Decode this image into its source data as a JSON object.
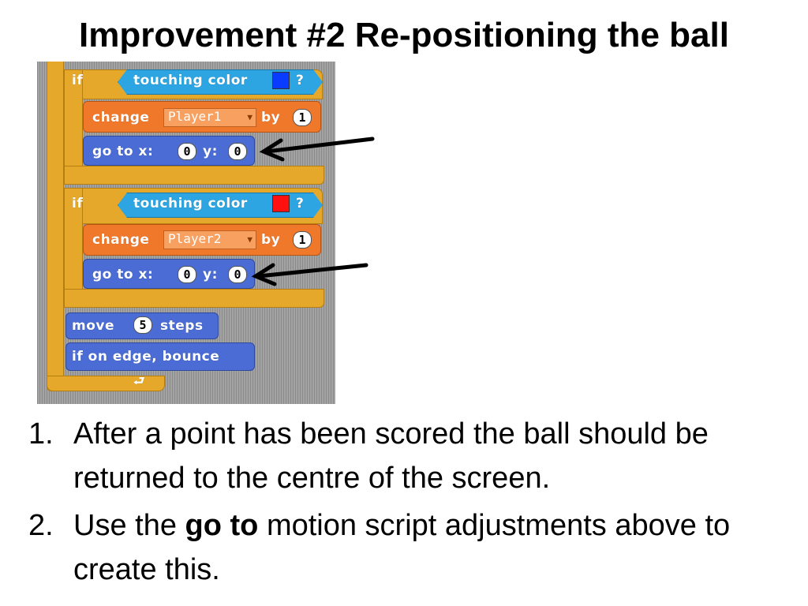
{
  "title": "Improvement #2 Re-positioning the ball",
  "script": {
    "if1": {
      "label": "if",
      "condition": "touching color",
      "color": "#0a3cff",
      "q": "?"
    },
    "change1": {
      "label": "change",
      "variable": "Player1",
      "by": "by",
      "value": "1"
    },
    "goto1": {
      "label": "go to x:",
      "x": "0",
      "ylabel": "y:",
      "y": "0"
    },
    "if2": {
      "label": "if",
      "condition": "touching color",
      "color": "#ff1010",
      "q": "?"
    },
    "change2": {
      "label": "change",
      "variable": "Player2",
      "by": "by",
      "value": "1"
    },
    "goto2": {
      "label": "go to x:",
      "x": "0",
      "ylabel": "y:",
      "y": "0"
    },
    "move": {
      "label": "move",
      "value": "5",
      "unit": "steps"
    },
    "bounce": {
      "label": "if on edge, bounce"
    }
  },
  "list": [
    {
      "number": "1.",
      "text": "After a point has been scored the ball should be returned to the centre of the screen."
    },
    {
      "number": "2.",
      "before": "Use the ",
      "bold": "go to",
      "after": " motion script adjustments above to create this."
    }
  ]
}
